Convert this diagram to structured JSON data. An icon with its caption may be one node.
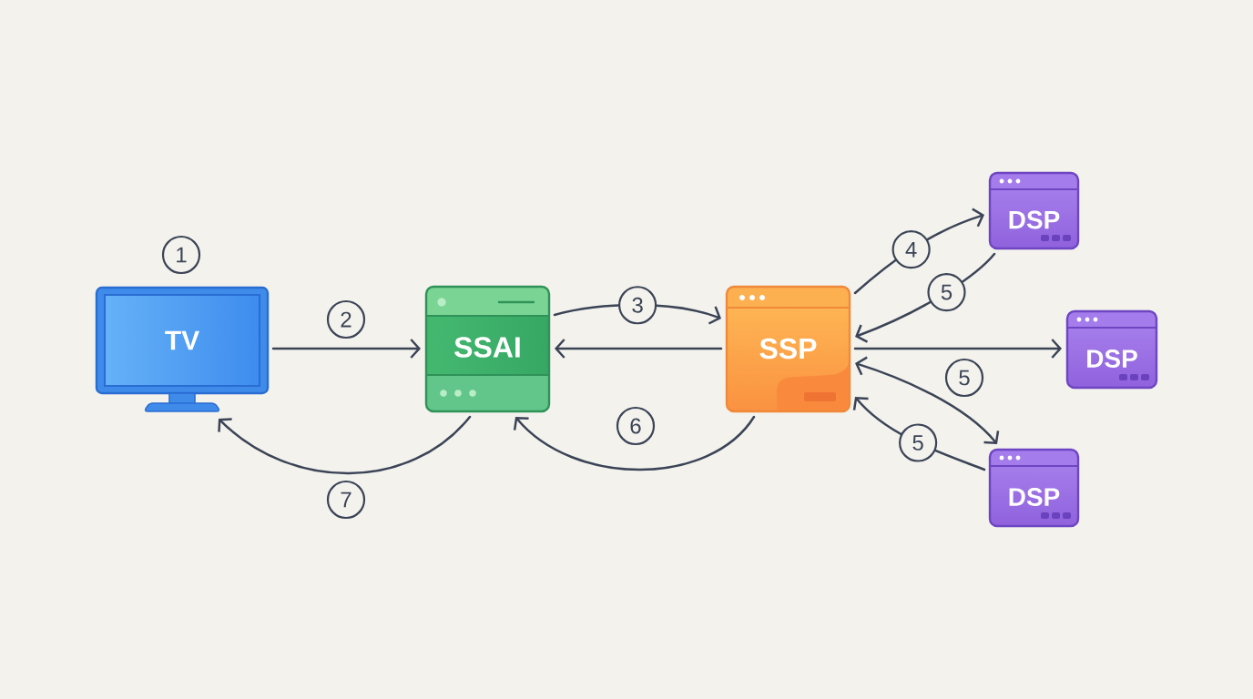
{
  "diagram": {
    "nodes": [
      {
        "text": [
          "TV"
        ]
      },
      {
        "text": [
          "SSAI"
        ]
      },
      {
        "text": [
          "SSP"
        ]
      },
      {
        "text": [
          "DSP"
        ]
      },
      {
        "text": [
          "DSP"
        ]
      },
      {
        "text": [
          "DSP"
        ]
      }
    ],
    "edges": [
      {
        "from": 0,
        "to": 1,
        "arrow": "to",
        "label": "2"
      },
      {
        "from": 1,
        "to": 2,
        "arrow": "to",
        "label": "3"
      },
      {
        "from": 2,
        "to": 1,
        "arrow": "to"
      },
      {
        "from": 2,
        "to": 3,
        "arrow": "to",
        "label": "4"
      },
      {
        "from": 3,
        "to": 2,
        "arrow": "to",
        "label": "5"
      },
      {
        "from": 2,
        "to": 4,
        "arrow": "to"
      },
      {
        "from": 2,
        "to": 5,
        "arrow": "both",
        "label": "5"
      },
      {
        "from": 5,
        "to": 2,
        "arrow": "to",
        "label": "5"
      },
      {
        "from": 2,
        "to": 1,
        "arrow": "to",
        "label": "6"
      },
      {
        "from": 1,
        "to": 0,
        "arrow": "to",
        "label": "7"
      }
    ],
    "labels": [
      "1"
    ]
  }
}
